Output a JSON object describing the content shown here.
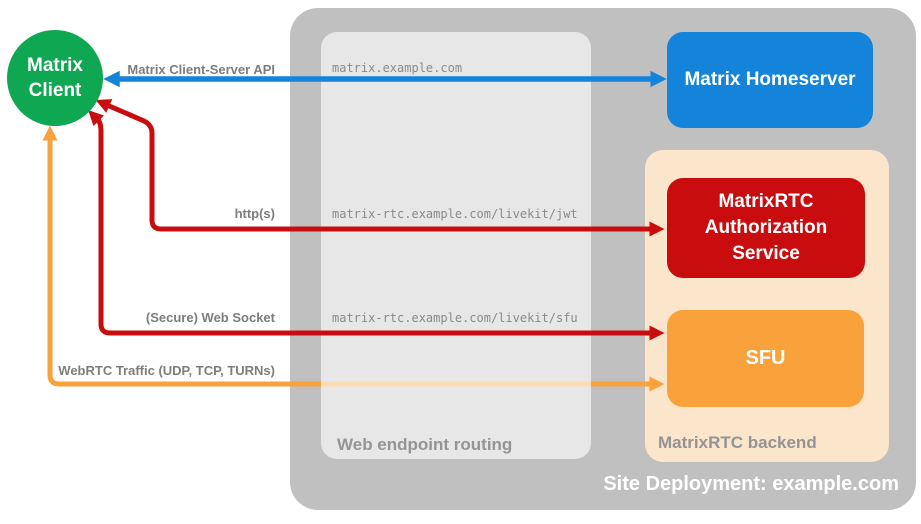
{
  "colors": {
    "canvas_bg": "#ffffff",
    "outer_container": "#c0c0c0",
    "routing_box": "#e4e4e4",
    "peach_container": "#fbe5cb",
    "green": "#0fa751",
    "blue": "#1484db",
    "red": "#c90d0f",
    "orange": "#f9a23c",
    "container_label_gray": "#949494",
    "arrow_label_gray": "#7d7d7d",
    "url_text_gray": "#8a8a8a"
  },
  "nodes": {
    "client": {
      "line1": "Matrix",
      "line2": "Client"
    },
    "homeserver": {
      "label": "Matrix Homeserver"
    },
    "auth": {
      "label": "MatrixRTC Authorization Service"
    },
    "sfu": {
      "label": "SFU"
    }
  },
  "containers": {
    "site": {
      "label": "Site Deployment: example.com"
    },
    "routing": {
      "label": "Web endpoint routing"
    },
    "backend": {
      "label": "MatrixRTC backend"
    }
  },
  "endpoints": [
    "matrix.example.com",
    "matrix-rtc.example.com/livekit/jwt",
    "matrix-rtc.example.com/livekit/sfu"
  ],
  "arrows": [
    {
      "label": "Matrix Client-Server API",
      "from": "Matrix Client",
      "to": "Matrix Homeserver",
      "direction": "bidirectional",
      "color": "#1484db"
    },
    {
      "label": "http(s)",
      "from": "Matrix Client",
      "to": "MatrixRTC Authorization Service",
      "direction": "bidirectional",
      "color": "#c90d0f"
    },
    {
      "label": "(Secure) Web Socket",
      "from": "Matrix Client",
      "to": "SFU",
      "direction": "bidirectional",
      "color": "#c90d0f"
    },
    {
      "label": "WebRTC Traffic (UDP, TCP, TURNs)",
      "from": "Matrix Client",
      "to": "SFU",
      "direction": "bidirectional",
      "color": "#f9a23c"
    }
  ]
}
